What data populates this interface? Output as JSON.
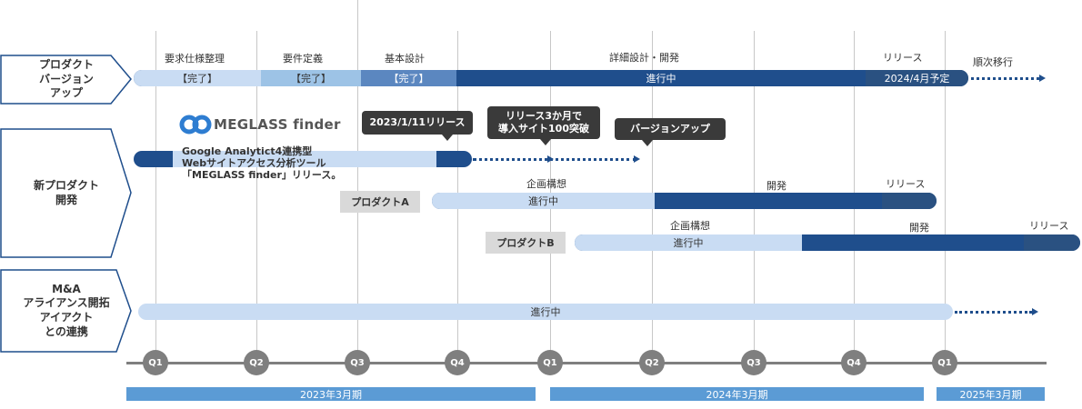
{
  "categories": {
    "product_upgrade": "プロダクト\nバージョン\nアップ",
    "new_product": "新プロダクト\n開発",
    "ma": "M&A\nアライアンス開拓\nアイアクト\nとの連携"
  },
  "phases_top": {
    "requirements": "要求仕様整理",
    "definition": "要件定義",
    "basic_design": "基本設計",
    "detail_dev": "詳細設計・開発",
    "release": "リリース",
    "migration": "順次移行"
  },
  "top_bar": {
    "done1": "【完了】",
    "done2": "【完了】",
    "done3": "【完了】",
    "in_progress": "進行中",
    "release_plan": "2024/4月予定"
  },
  "logo": {
    "text": "MEGLASS finder"
  },
  "callouts": {
    "release_date": "2023/1/11リリース",
    "milestone": "リリース3か月で\n導入サイト100突破",
    "version_up": "バージョンアップ"
  },
  "finder_desc": {
    "line1": "Google Analytict4連携型",
    "line2": "Webサイトアクセス分析ツール",
    "line3": "「MEGLASS finder」リリース。"
  },
  "product_a": {
    "tag": "プロダクトA",
    "phase_plan": "企画構想",
    "phase_dev": "開発",
    "phase_release": "リリース",
    "status": "進行中"
  },
  "product_b": {
    "tag": "プロダクトB",
    "phase_plan": "企画構想",
    "phase_dev": "開発",
    "phase_release": "リリース",
    "status": "進行中"
  },
  "ma_bar": {
    "status": "進行中"
  },
  "quarters": [
    "Q1",
    "Q2",
    "Q3",
    "Q4",
    "Q1",
    "Q2",
    "Q3",
    "Q4",
    "Q1"
  ],
  "fiscal_years": [
    "2023年3月期",
    "2024年3月期",
    "2025年3月期"
  ],
  "colors": {
    "dark_blue": "#1f4e8c",
    "light_blue": "#c9dcf3",
    "mid_blue": "#9dc3e6",
    "fy_blue": "#5b9bd5"
  }
}
